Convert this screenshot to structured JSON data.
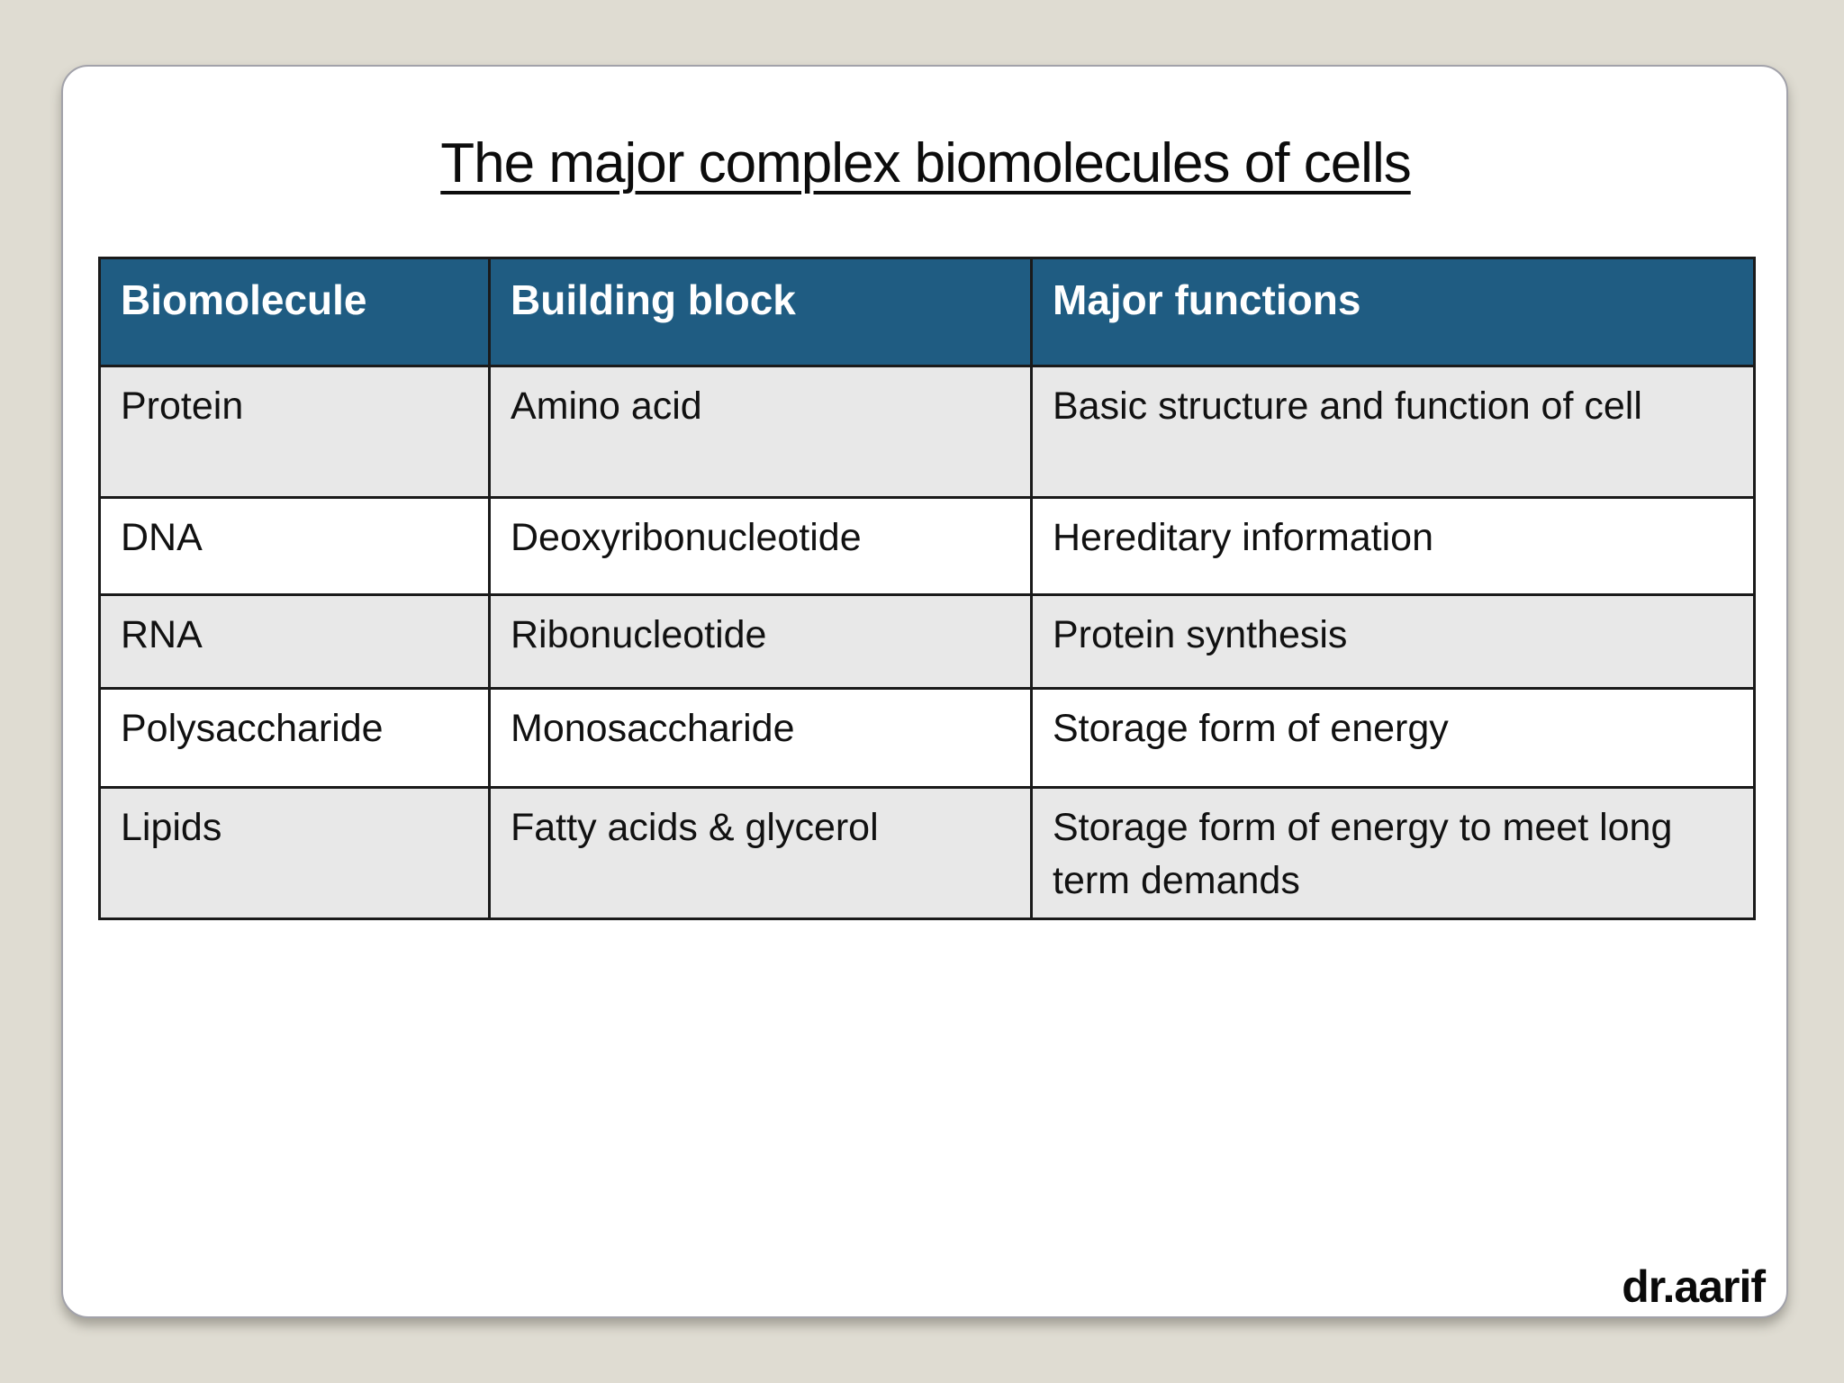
{
  "slide": {
    "title": "The major complex biomolecules of cells",
    "watermark": "dr.aarif"
  },
  "table": {
    "columns": [
      "Biomolecule",
      "Building block",
      "Major functions"
    ],
    "rows": [
      [
        "Protein",
        "Amino acid",
        "Basic structure and function of cell"
      ],
      [
        "DNA",
        "Deoxyribonucleotide",
        "Hereditary information"
      ],
      [
        "RNA",
        "Ribonucleotide",
        "Protein synthesis"
      ],
      [
        "Polysaccharide",
        "Monosaccharide",
        "Storage form of energy"
      ],
      [
        "Lipids",
        "Fatty acids & glycerol",
        "Storage form of energy to meet long term demands"
      ]
    ]
  },
  "colors": {
    "page_background": "#dfdcd2",
    "card_background": "#ffffff",
    "card_border": "#a2a2aa",
    "header_background": "#1f5c82",
    "header_text": "#ffffff",
    "row_shaded": "#e8e8e8",
    "row_plain": "#ffffff",
    "table_border": "#1a1a1a",
    "body_text": "#111111"
  }
}
